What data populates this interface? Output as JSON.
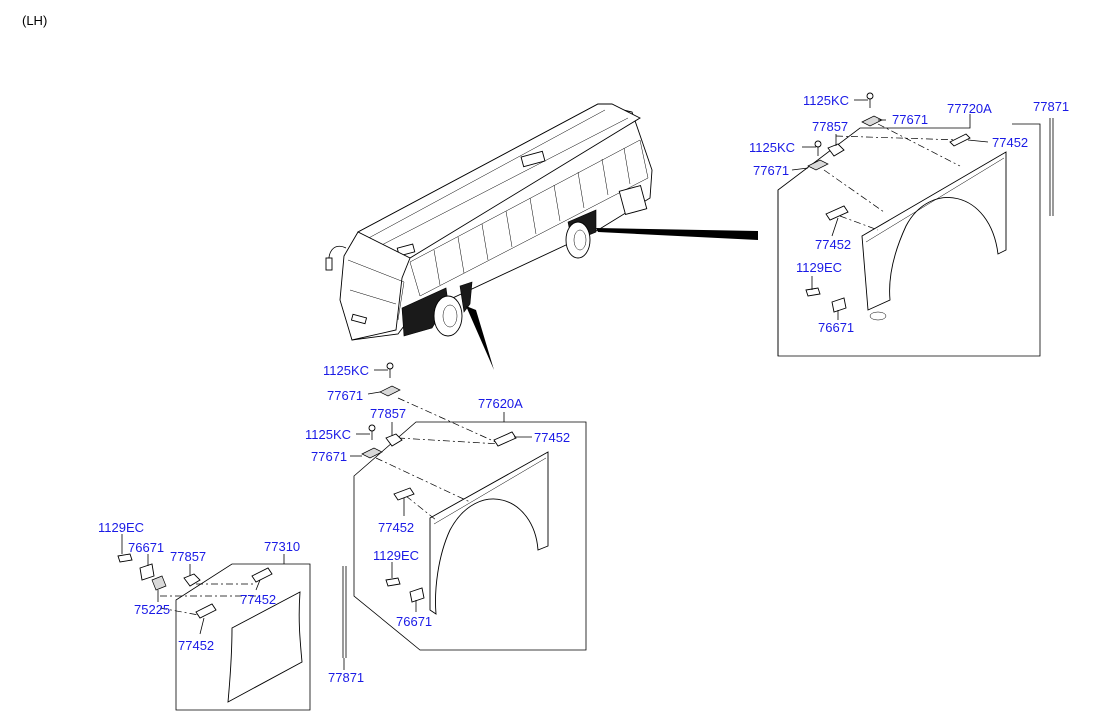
{
  "header": {
    "title": "(LH)"
  },
  "parts": {
    "rear_group": {
      "assy": "77720A",
      "bolt_top": "1125KC",
      "bolt_mid": "1125KC",
      "bracket_top": "77671",
      "bracket_mid": "77671",
      "clip": "77857",
      "pad_top": "77452",
      "pad_mid": "77452",
      "screw": "1129EC",
      "retainer": "76671",
      "strip": "77871"
    },
    "front_group": {
      "assy": "77620A",
      "bolt_top": "1125KC",
      "bolt_mid": "1125KC",
      "bracket_top": "77671",
      "bracket_mid": "77671",
      "clip": "77857",
      "pad_top": "77452",
      "pad_mid": "77452",
      "screw": "1129EC",
      "retainer": "76671",
      "strip": "77871"
    },
    "flap_group": {
      "assy": "77310",
      "screw": "1129EC",
      "retainer": "76671",
      "clip": "77857",
      "plate": "75225",
      "pad_a": "77452",
      "pad_b": "77452"
    }
  },
  "colors": {
    "label": "#1a1ae6",
    "line": "#000000",
    "highlight": "#1a1a1a"
  }
}
